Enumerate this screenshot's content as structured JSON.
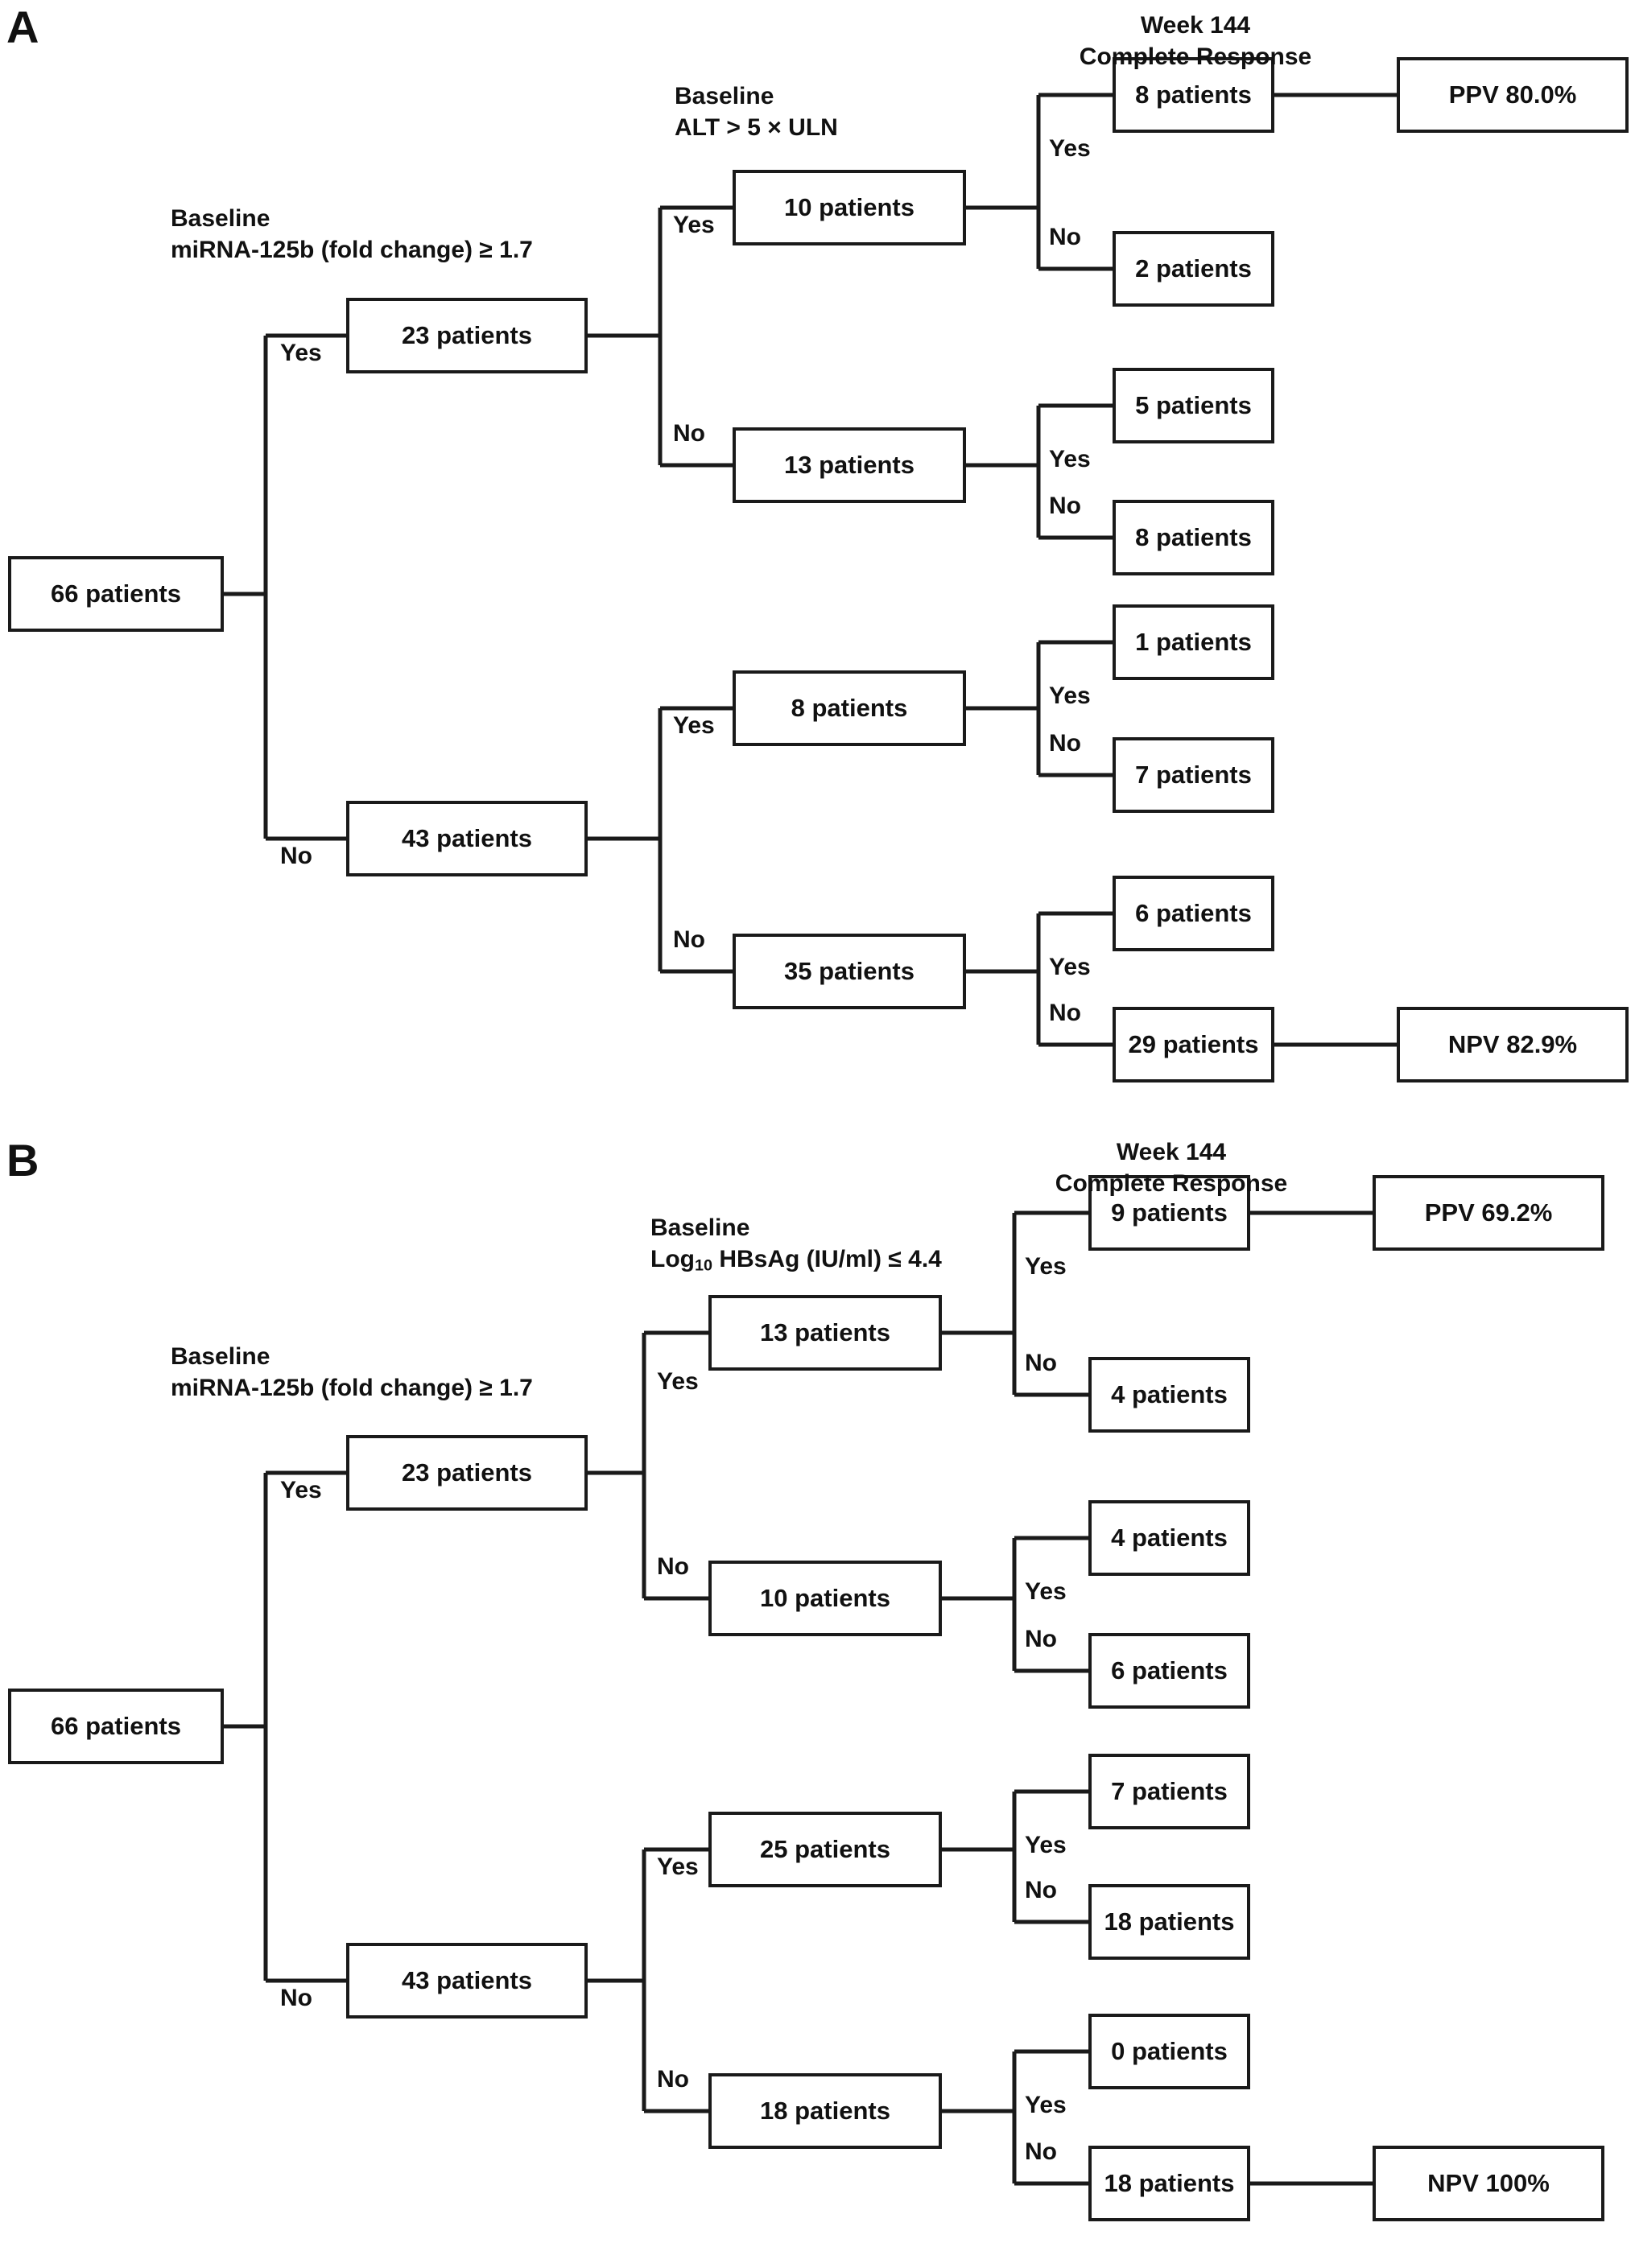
{
  "figure": {
    "panels": [
      {
        "letter": "A",
        "root": {
          "label": "66 patients"
        },
        "split1": {
          "header_line1": "Baseline",
          "header_line2": "miRNA-125b (fold change) ≥ 1.7",
          "yes_label": "Yes",
          "no_label": "No",
          "yes_node": "23 patients",
          "no_node": "43 patients"
        },
        "split2": {
          "header_line1": "Baseline",
          "header_line2": "ALT > 5 × ULN",
          "yes_label": "Yes",
          "no_label": "No",
          "nodes": [
            "10 patients",
            "13 patients",
            "8 patients",
            "35 patients"
          ]
        },
        "outcome": {
          "header_line1": "Week 144",
          "header_line2": "Complete Response",
          "yes_label": "Yes",
          "no_label": "No",
          "leaves": [
            "8 patients",
            "2 patients",
            "5 patients",
            "8 patients",
            "1 patients",
            "7 patients",
            "6 patients",
            "29 patients"
          ]
        },
        "metrics": {
          "ppv": "PPV 80.0%",
          "npv": "NPV 82.9%"
        }
      },
      {
        "letter": "B",
        "root": {
          "label": "66 patients"
        },
        "split1": {
          "header_line1": "Baseline",
          "header_line2": "miRNA-125b (fold change) ≥ 1.7",
          "yes_label": "Yes",
          "no_label": "No",
          "yes_node": "23 patients",
          "no_node": "43 patients"
        },
        "split2": {
          "header_line1": "Baseline",
          "header_line2_pre": "Log",
          "header_line2_sub": "10",
          "header_line2_post": " HBsAg (IU/ml) ≤ 4.4",
          "yes_label": "Yes",
          "no_label": "No",
          "nodes": [
            "13 patients",
            "10 patients",
            "25 patients",
            "18 patients"
          ]
        },
        "outcome": {
          "header_line1": "Week 144",
          "header_line2": "Complete Response",
          "yes_label": "Yes",
          "no_label": "No",
          "leaves": [
            "9 patients",
            "4 patients",
            "4 patients",
            "6 patients",
            "7 patients",
            "18 patients",
            "0 patients",
            "18 patients"
          ]
        },
        "metrics": {
          "ppv": "PPV 69.2%",
          "npv": "NPV 100%"
        }
      }
    ]
  },
  "chart_data": {
    "type": "diagram",
    "title": "Decision tree analysis of baseline predictors of Week 144 complete response",
    "panels": [
      {
        "panel": "A",
        "root_n": 66,
        "level1_criterion": "Baseline miRNA-125b (fold change) ≥ 1.7",
        "level2_criterion": "Baseline ALT > 5 × ULN",
        "endpoint": "Week 144 Complete Response",
        "branches": [
          {
            "level1": "Yes",
            "n1": 23,
            "level2": "Yes",
            "n2": 10,
            "response_yes": 8,
            "response_no": 2
          },
          {
            "level1": "Yes",
            "n1": 23,
            "level2": "No",
            "n2": 13,
            "response_yes": 5,
            "response_no": 8
          },
          {
            "level1": "No",
            "n1": 43,
            "level2": "Yes",
            "n2": 8,
            "response_yes": 1,
            "response_no": 7
          },
          {
            "level1": "No",
            "n1": 43,
            "level2": "No",
            "n2": 35,
            "response_yes": 6,
            "response_no": 29
          }
        ],
        "ppv": "80.0%",
        "npv": "82.9%"
      },
      {
        "panel": "B",
        "root_n": 66,
        "level1_criterion": "Baseline miRNA-125b (fold change) ≥ 1.7",
        "level2_criterion": "Baseline Log10 HBsAg (IU/ml) ≤ 4.4",
        "endpoint": "Week 144 Complete Response",
        "branches": [
          {
            "level1": "Yes",
            "n1": 23,
            "level2": "Yes",
            "n2": 13,
            "response_yes": 9,
            "response_no": 4
          },
          {
            "level1": "Yes",
            "n1": 23,
            "level2": "No",
            "n2": 10,
            "response_yes": 4,
            "response_no": 6
          },
          {
            "level1": "No",
            "n1": 43,
            "level2": "Yes",
            "n2": 25,
            "response_yes": 7,
            "response_no": 18
          },
          {
            "level1": "No",
            "n1": 43,
            "level2": "No",
            "n2": 18,
            "response_yes": 0,
            "response_no": 18
          }
        ],
        "ppv": "69.2%",
        "npv": "100%"
      }
    ]
  }
}
